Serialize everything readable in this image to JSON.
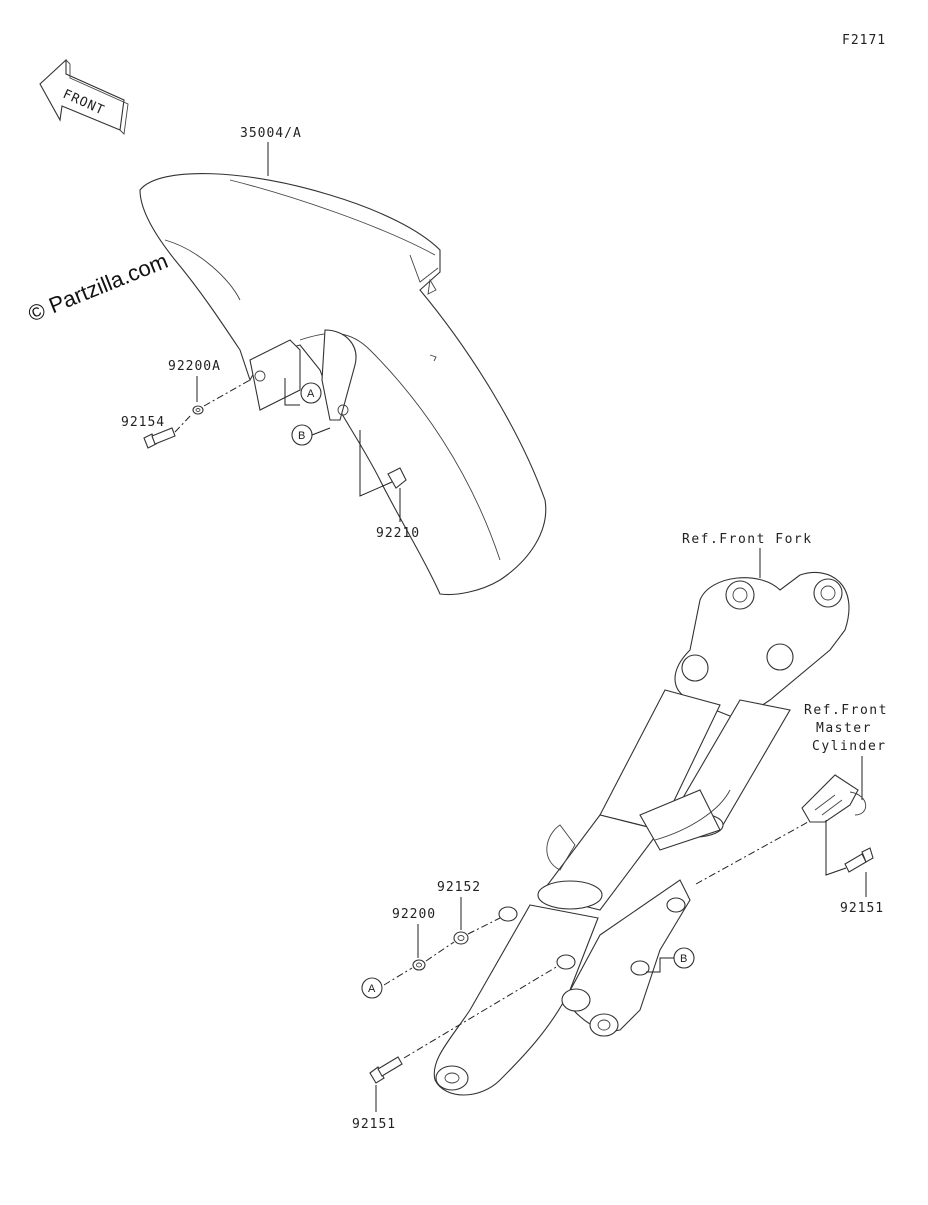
{
  "diagram": {
    "figure_code": "F2171",
    "front_arrow_text": "FRONT",
    "watermark": "© Partzilla.com",
    "parts": {
      "fender": "35004/A",
      "washer_a": "92200A",
      "bolt_upper": "92154",
      "nut_clip": "92210",
      "collar": "92152",
      "washer": "92200",
      "bolt_right": "92151",
      "bolt_lower": "92151"
    },
    "refs": {
      "front_fork": "Ref.Front Fork",
      "master_cyl_line1": "Ref.Front",
      "master_cyl_line2": "Master",
      "master_cyl_line3": "Cylinder"
    },
    "callouts": {
      "a_upper": "A",
      "b_upper": "B",
      "a_lower": "A",
      "b_lower": "B"
    }
  }
}
